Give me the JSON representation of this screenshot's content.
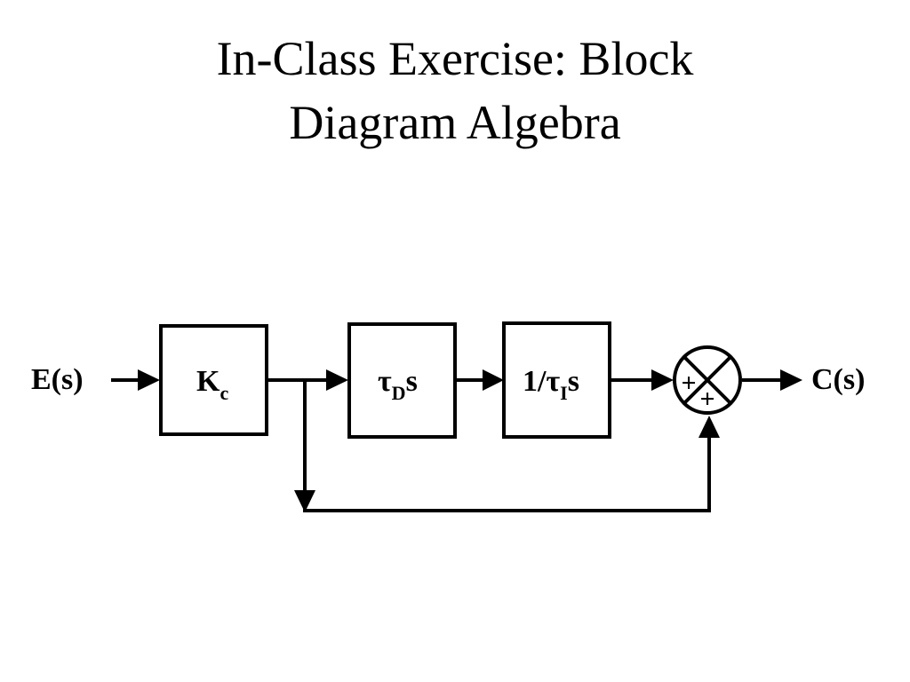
{
  "slide": {
    "title_line1": "In-Class Exercise: Block",
    "title_line2": "Diagram Algebra"
  },
  "diagram": {
    "input_label": "E(s)",
    "output_label": "C(s)",
    "blocks": [
      {
        "main": "K",
        "sub": "c"
      },
      {
        "pre": "τ",
        "sub": "D",
        "post": "s"
      },
      {
        "pre": "1/τ",
        "sub": "I",
        "post": "s"
      }
    ],
    "summing_junction": {
      "sign_left": "+",
      "sign_bottom": "+"
    }
  }
}
